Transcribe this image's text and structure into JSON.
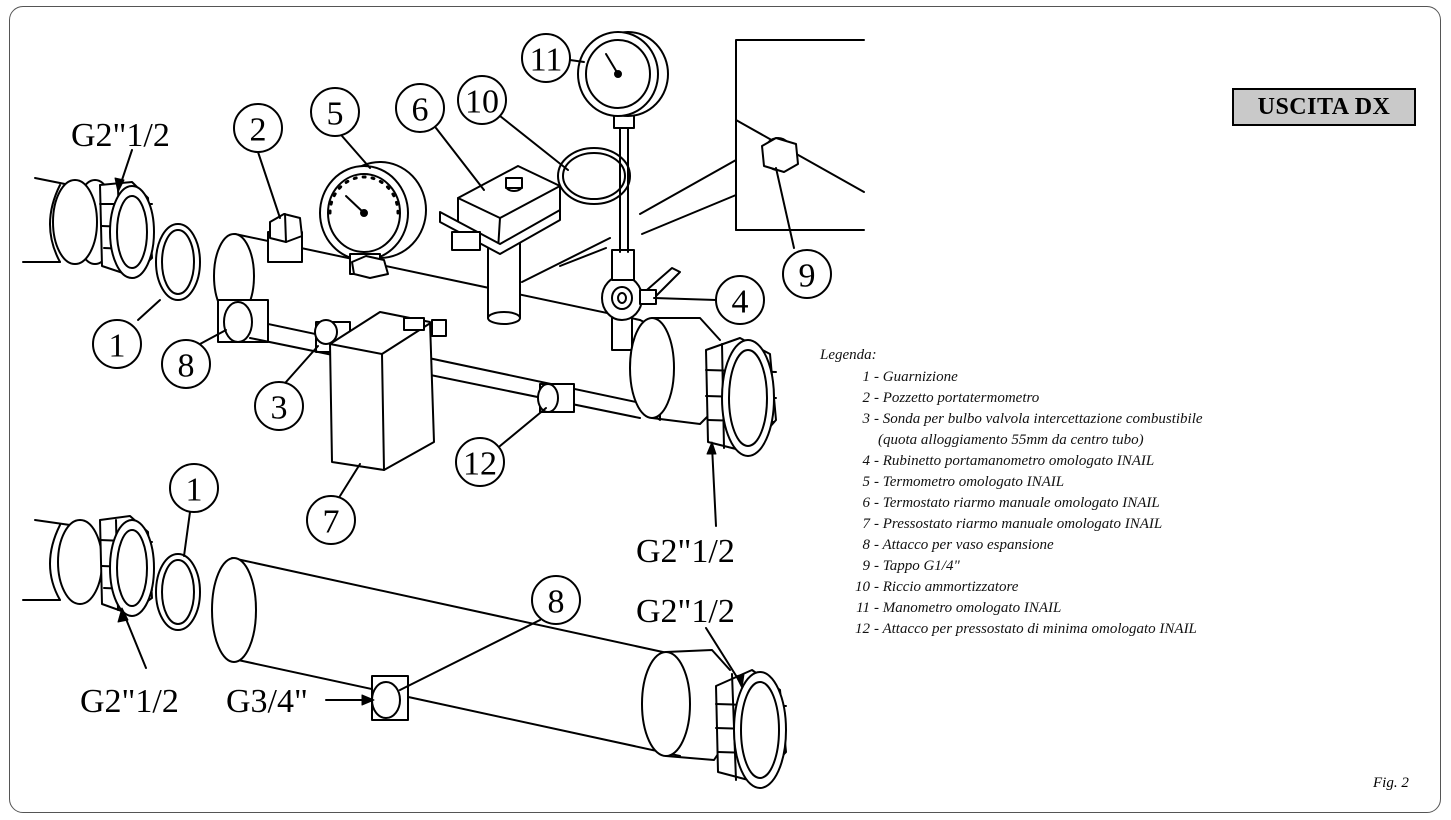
{
  "badge": "USCITA DX",
  "thread_labels": {
    "top_left": "G2\"1/2",
    "top_right": "G2\"1/2",
    "bottom_left": "G2\"1/2",
    "bottom_right": "G2\"1/2",
    "expansion": "G3/4\""
  },
  "callouts": {
    "c1a": "1",
    "c1b": "1",
    "c2": "2",
    "c3": "3",
    "c4": "4",
    "c5": "5",
    "c6": "6",
    "c7": "7",
    "c8a": "8",
    "c8b": "8",
    "c9": "9",
    "c10": "10",
    "c11": "11",
    "c12": "12"
  },
  "legend": {
    "title": "Legenda:",
    "items": [
      {
        "num": "1",
        "text": "- Guarnizione"
      },
      {
        "num": "2",
        "text": "- Pozzetto portatermometro"
      },
      {
        "num": "3",
        "text": "- Sonda per bulbo valvola intercettazione combustibile"
      },
      {
        "num": "",
        "text": "(quota alloggiamento 55mm da centro tubo)"
      },
      {
        "num": "4",
        "text": "- Rubinetto portamanometro omologato INAIL"
      },
      {
        "num": "5",
        "text": "- Termometro omologato INAIL"
      },
      {
        "num": "6",
        "text": "- Termostato riarmo manuale omologato INAIL"
      },
      {
        "num": "7",
        "text": "- Pressostato riarmo manuale omologato INAIL"
      },
      {
        "num": "8",
        "text": "- Attacco per vaso espansione"
      },
      {
        "num": "9",
        "text": "- Tappo G1/4\""
      },
      {
        "num": "10",
        "text": "- Riccio ammortizzatore"
      },
      {
        "num": "11",
        "text": "- Manometro omologato INAIL"
      },
      {
        "num": "12",
        "text": "- Attacco per pressostato di minima omologato INAIL"
      }
    ]
  },
  "figure_label": "Fig. 2"
}
